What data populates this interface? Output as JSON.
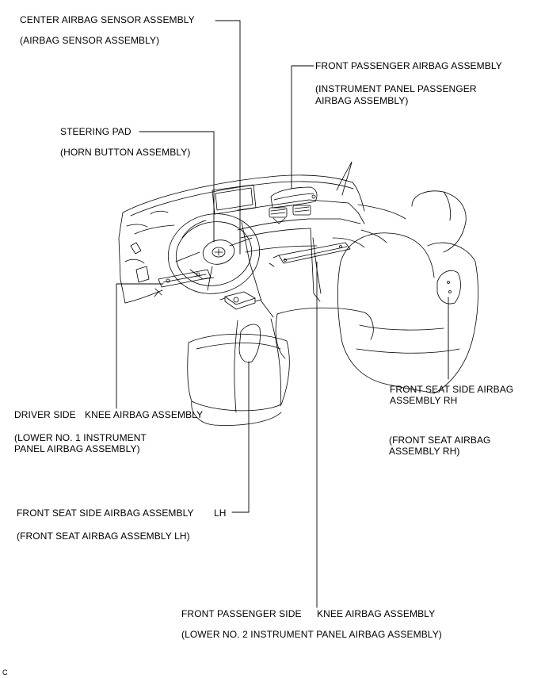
{
  "labels": {
    "center_sensor": "CENTER AIRBAG SENSOR ASSEMBLY",
    "center_sensor_sub": "(AIRBAG SENSOR ASSEMBLY)",
    "passenger_airbag": "FRONT PASSENGER AIRBAG ASSEMBLY",
    "passenger_airbag_sub1": "(INSTRUMENT PANEL PASSENGER",
    "passenger_airbag_sub2": "AIRBAG ASSEMBLY)",
    "steering_pad": "STEERING PAD",
    "steering_pad_sub": "(HORN BUTTON ASSEMBLY)",
    "driver_knee_a": "DRIVER SIDE",
    "driver_knee_b": "KNEE AIRBAG ASSEMBLY",
    "driver_knee_sub1": "(LOWER NO. 1 INSTRUMENT",
    "driver_knee_sub2": "PANEL AIRBAG ASSEMBLY)",
    "seat_rh_1": "FRONT SEAT SIDE AIRBAG",
    "seat_rh_2": "ASSEMBLY RH",
    "seat_rh_sub1": "(FRONT SEAT AIRBAG",
    "seat_rh_sub2": "ASSEMBLY RH)",
    "seat_lh_a": "FRONT SEAT SIDE AIRBAG ASSEMBLY",
    "seat_lh_b": "LH",
    "seat_lh_sub": "(FRONT SEAT AIRBAG ASSEMBLY LH)",
    "pass_knee_a": "FRONT PASSENGER SIDE",
    "pass_knee_b": "KNEE AIRBAG ASSEMBLY",
    "pass_knee_sub": "(LOWER NO. 2 INSTRUMENT PANEL AIRBAG ASSEMBLY)",
    "corner_mark": "C"
  }
}
